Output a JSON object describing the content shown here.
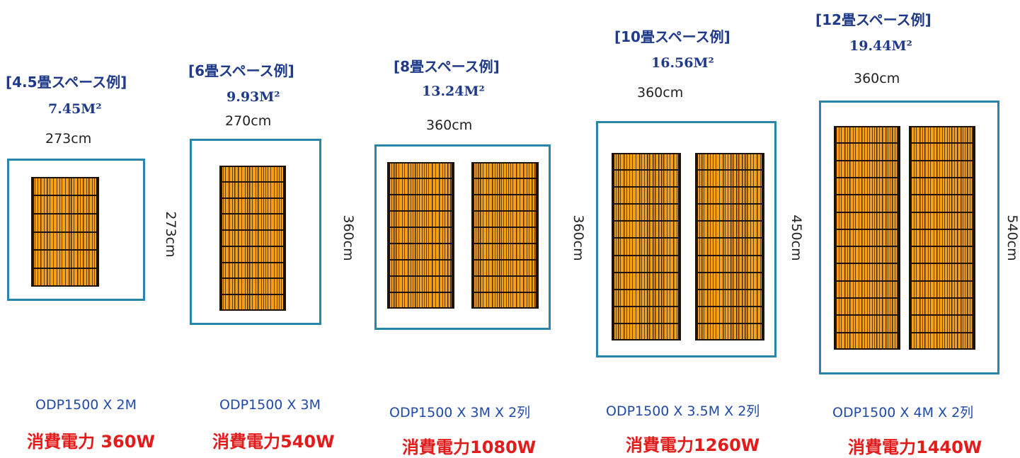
{
  "colors": {
    "title": "#1f3a8a",
    "room_border": "#2a86a8",
    "panel_fill": "#f5a016",
    "panel_stripe": "#1c1205",
    "model": "#1f4aa8",
    "power": "#e31b1b"
  },
  "layouts": [
    {
      "title": "[4.5畳スペース例]",
      "area": "7.45M²",
      "width_label": "273cm",
      "height_label": "273cm",
      "model": "ODP1500 X 2M",
      "power": "消費電力 360W",
      "panel_count": 1
    },
    {
      "title": "[6畳スペース例]",
      "area": "9.93M²",
      "width_label": "270cm",
      "height_label": "360cm",
      "model": "ODP1500 X 3M",
      "power": "消費電力540W",
      "panel_count": 1
    },
    {
      "title": "[8畳スペース例]",
      "area": "13.24M²",
      "width_label": "360cm",
      "height_label": "360cm",
      "model": "ODP1500 X 3M X 2列",
      "power": "消費電力1080W",
      "panel_count": 2
    },
    {
      "title": "[10畳スペース例]",
      "area": "16.56M²",
      "width_label": "360cm",
      "height_label": "450cm",
      "model": "ODP1500 X 3.5M X 2列",
      "power": "消費電力1260W",
      "panel_count": 2
    },
    {
      "title": "[12畳スペース例]",
      "area": "19.44M²",
      "width_label": "360cm",
      "height_label": "540cm",
      "model": "ODP1500 X 4M X 2列",
      "power": "消費電力1440W",
      "panel_count": 2
    }
  ]
}
